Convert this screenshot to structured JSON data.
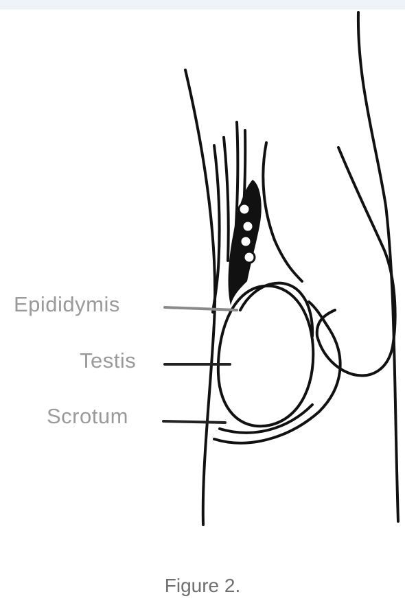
{
  "labels": {
    "epididymis": "Epididymis",
    "testis": "Testis",
    "scrotum": "Scrotum"
  },
  "caption": "Figure 2.",
  "colors": {
    "ink": "#111111",
    "leader_line": "#222222",
    "label_text": "#9a9a9a",
    "caption_text": "#6f6f6f",
    "top_band": "#eef3f8"
  }
}
